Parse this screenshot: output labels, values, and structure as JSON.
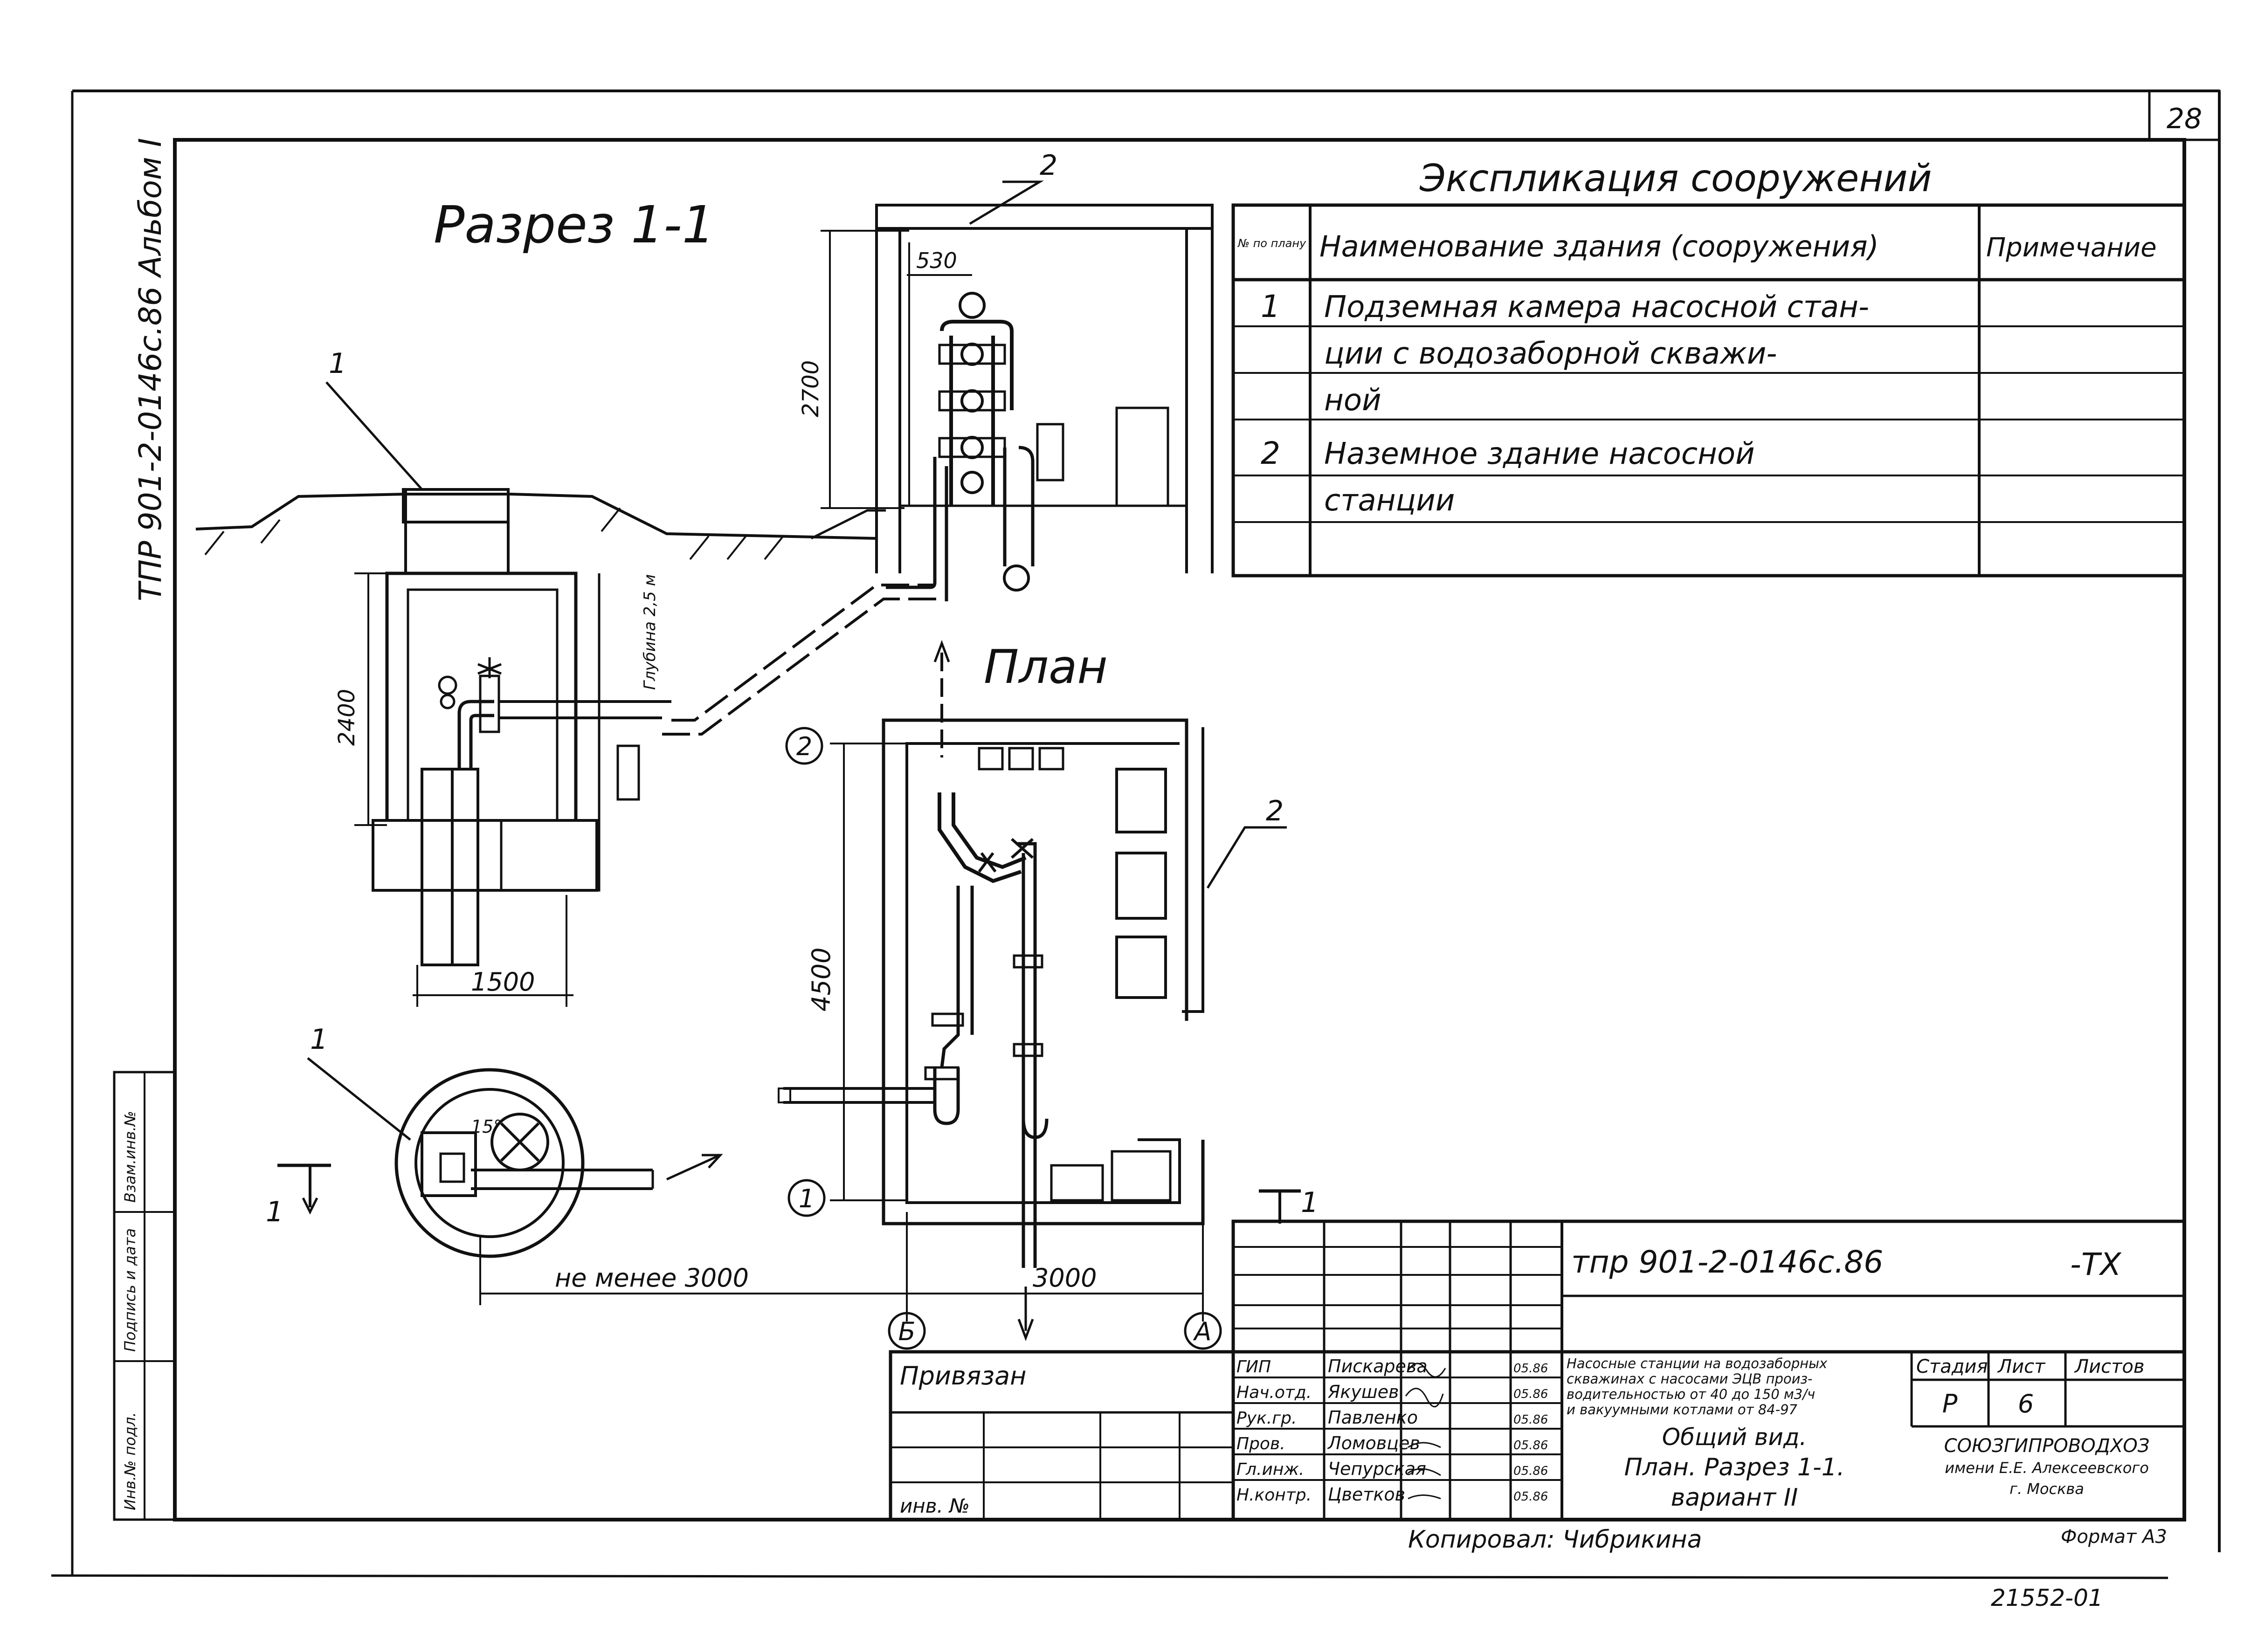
{
  "sheet": {
    "page_number": "28",
    "side_stamp": "ТПР 901-2-0146с.86 Альбом I",
    "side_fields": [
      "Инв.№ подл.",
      "Подпись и дата",
      "Взам.инв.№"
    ]
  },
  "section": {
    "title": "Разрез 1-1",
    "dims": {
      "d530": "530",
      "d2700": "2700",
      "d2400": "2400",
      "d1500": "1500"
    },
    "depth_note": "Глубина 2,5 м",
    "callouts": {
      "c1": "1",
      "c2": "2"
    }
  },
  "plan": {
    "title": "План",
    "dims": {
      "d4500": "4500",
      "d3000": "3000",
      "dmin": "не менее 3000"
    },
    "axes": {
      "a2": "2",
      "a1": "1",
      "aB": "Б",
      "aA": "А"
    },
    "callouts": {
      "c1": "1",
      "c2": "2"
    },
    "cut_marks": {
      "left": "1",
      "right": "1"
    },
    "angle": "15°"
  },
  "explication": {
    "title": "Экспликация сооружений",
    "headers": {
      "num": "№ по плану",
      "name": "Наименование здания (сооружения)",
      "note": "Примечание"
    },
    "rows": [
      {
        "num": "1",
        "name": "Подземная камера насосной стан-"
      },
      {
        "num": "",
        "name": "ции с водозаборной скважи-"
      },
      {
        "num": "",
        "name": "ной"
      },
      {
        "num": "2",
        "name": "Наземное здание насосной"
      },
      {
        "num": "",
        "name": "станции"
      },
      {
        "num": "",
        "name": ""
      }
    ]
  },
  "title_block": {
    "code": "тпр 901-2-0146с.86",
    "suffix": "-ТХ",
    "bound": "Привязан",
    "inv": "инв. №",
    "roles": [
      {
        "role": "ГИП",
        "name": "Пискарева",
        "date": "05.86"
      },
      {
        "role": "Нач.отд.",
        "name": "Якушев",
        "date": "05.86"
      },
      {
        "role": "Рук.гр.",
        "name": "Павленко",
        "date": "05.86"
      },
      {
        "role": "Пров.",
        "name": "Ломовцев",
        "date": "05.86"
      },
      {
        "role": "Гл.инж.",
        "name": "Чепурская",
        "date": "05.86"
      },
      {
        "role": "Н.контр.",
        "name": "Цветков",
        "date": "05.86"
      }
    ],
    "project_desc": [
      "Насосные станции на водозаборных",
      "скважинах с насосами ЭЦВ произ-",
      "водительностью от 40 до 150 м3/ч",
      "и вакуумными котлами от 84-97"
    ],
    "sheet_title": [
      "Общий вид.",
      "План. Разрез 1-1.",
      "вариант II"
    ],
    "stage_label": "Стадия",
    "sheet_label": "Лист",
    "sheets_label": "Листов",
    "stage": "Р",
    "sheet": "6",
    "org": [
      "СОЮЗГИПРОВОДХОЗ",
      "имени Е.Е. Алексеевского",
      "г. Москва"
    ]
  },
  "footer": {
    "copied": "Копировал: Чибрикина",
    "format": "Формат А3",
    "inv_num": "21552-01"
  }
}
